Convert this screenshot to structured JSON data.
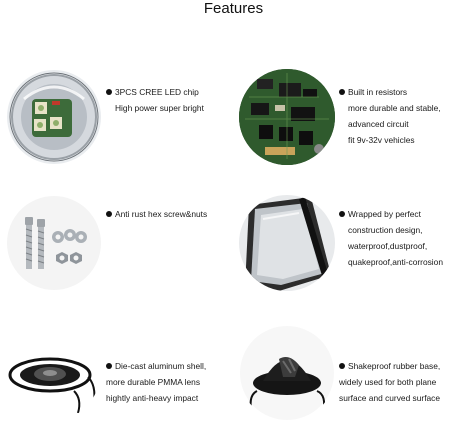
{
  "title": "Features",
  "features": [
    {
      "icon": "led-chip-board-icon",
      "lines": [
        "3PCS CREE LED chip",
        "High power super bright"
      ]
    },
    {
      "icon": "circuit-board-icon",
      "lines": [
        "Built in resistors",
        "more durable and stable,",
        "advanced circuit",
        "fit 9v-32v vehicles"
      ]
    },
    {
      "icon": "screws-nuts-icon",
      "lines": [
        "Anti rust hex screw&nuts"
      ]
    },
    {
      "icon": "housing-edge-icon",
      "lines": [
        "Wrapped by perfect",
        "construction design,",
        "waterproof,dustproof,",
        "quakeproof,anti-corrosion"
      ]
    },
    {
      "icon": "rock-light-shell-icon",
      "lines": [
        "Die-cast aluminum shell,",
        "more durable PMMA lens",
        "hightly anti-heavy impact"
      ]
    },
    {
      "icon": "rubber-base-icon",
      "lines": [
        "Shakeproof rubber base,",
        "widely used for both plane",
        "surface and curved surface"
      ]
    }
  ]
}
